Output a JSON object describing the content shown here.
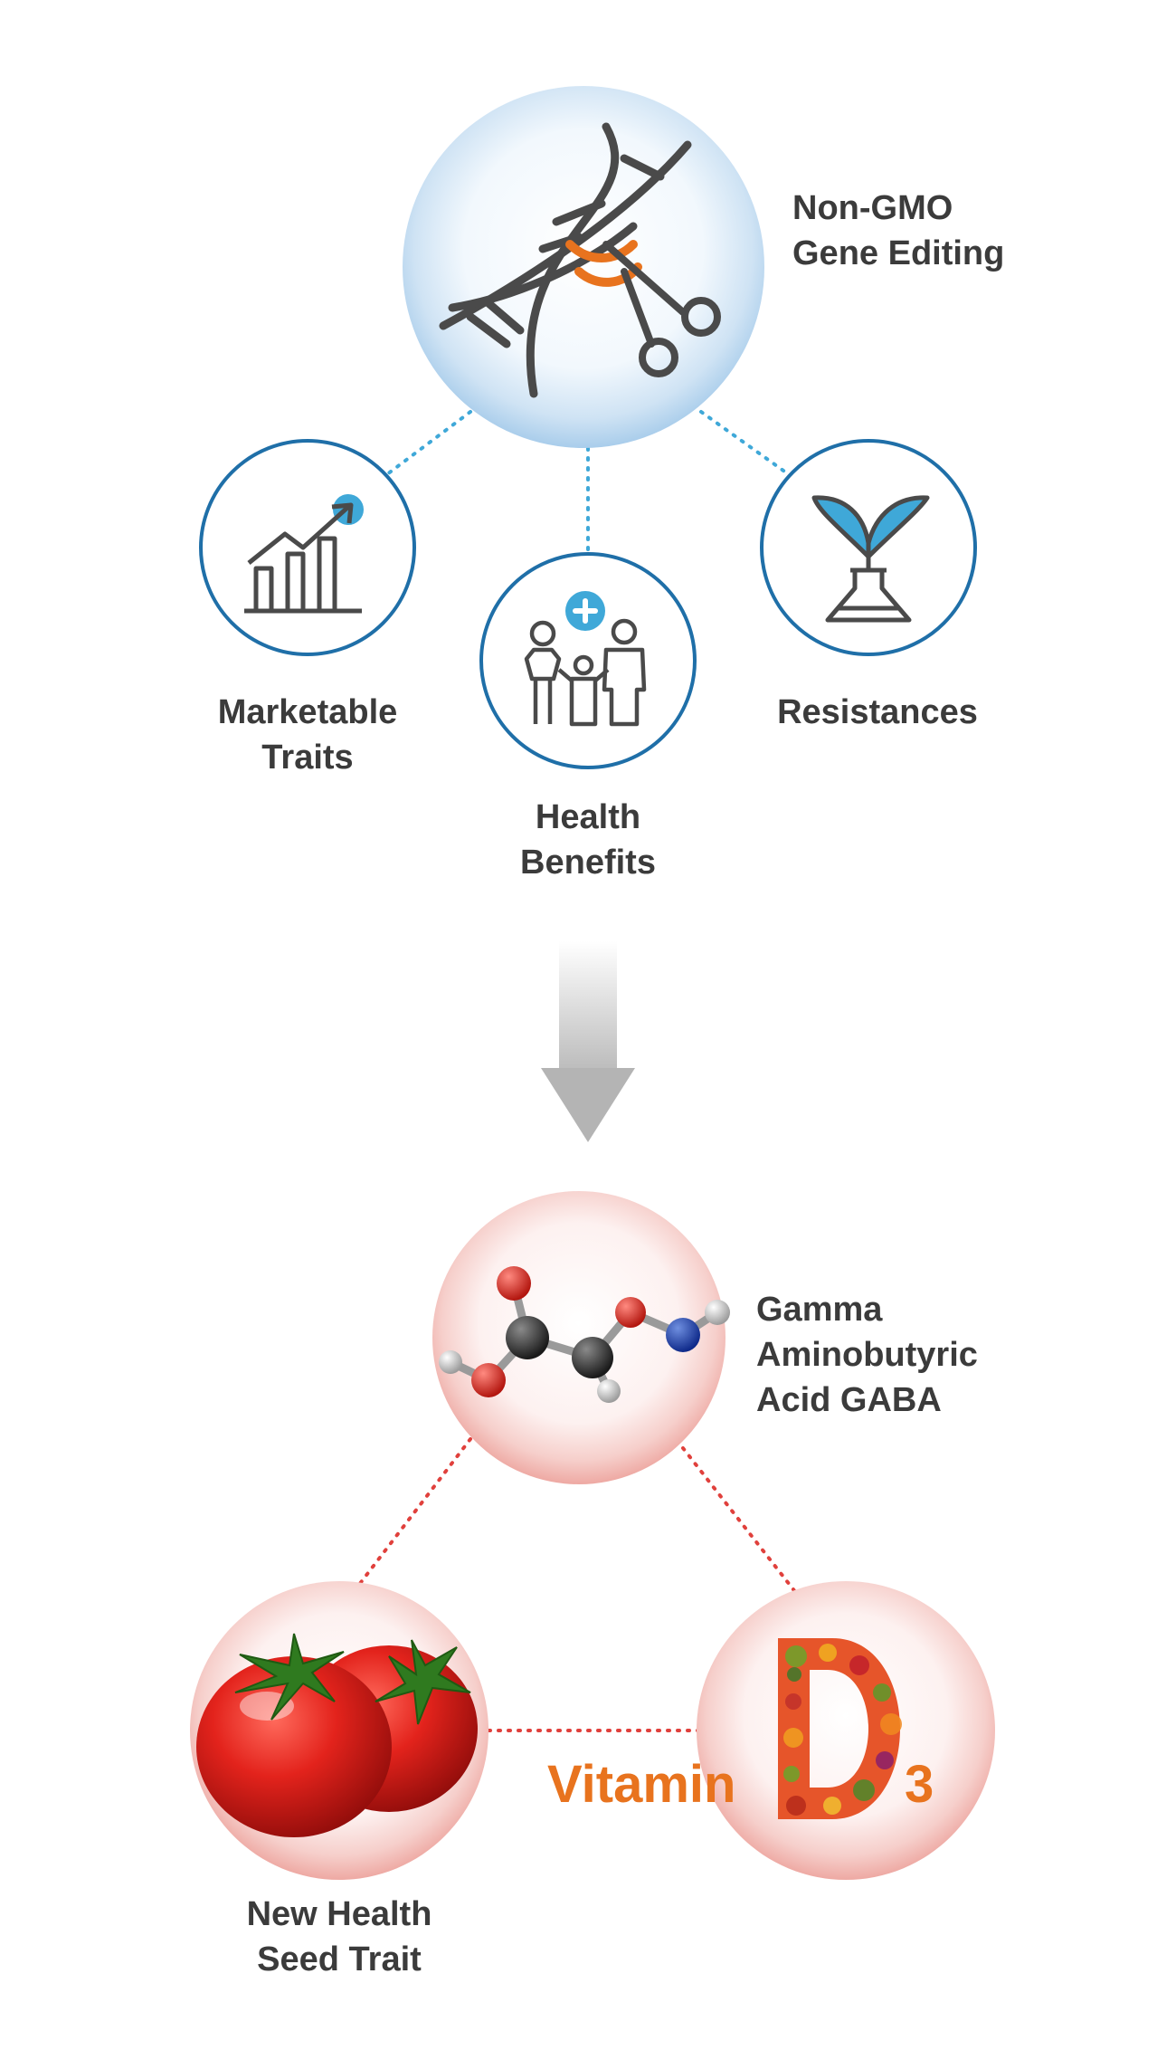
{
  "colors": {
    "blue_accent": "#3fa8d8",
    "blue_ring": "#1f6fa8",
    "gray_icon": "#4a4a4a",
    "orange_accent": "#e8731e",
    "red_dots": "#e0403c",
    "text": "#3b3b3b"
  },
  "top": {
    "main": {
      "line1": "Non-GMO",
      "line2": "Gene Editing",
      "icon": "dna-scissors-icon"
    },
    "nodes": [
      {
        "line1": "Marketable",
        "line2": "Traits",
        "icon": "growth-chart-icon"
      },
      {
        "line1": "Health",
        "line2": "Benefits",
        "icon": "family-health-icon"
      },
      {
        "line1": "Resistances",
        "line2": "",
        "icon": "plant-flask-icon"
      }
    ]
  },
  "arrow_icon": "down-arrow-icon",
  "bottom": {
    "gaba": {
      "line1": "Gamma",
      "line2": "Aminobutyric",
      "line3": "Acid GABA",
      "icon": "molecule-icon"
    },
    "tomato": {
      "line1": "New Health",
      "line2": "Seed Trait",
      "icon": "tomato-icon"
    },
    "vitamin": {
      "word": "Vitamin",
      "letter": "D",
      "number": "3",
      "icon": "vitamin-d-icon"
    }
  }
}
